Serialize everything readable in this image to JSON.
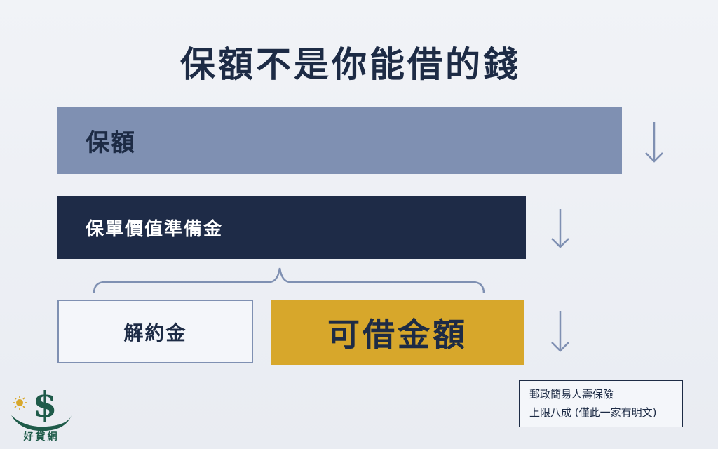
{
  "title": "保額不是你能借的錢",
  "bars": {
    "coverage": "保額",
    "reserve": "保單價值準備金",
    "surrender": "解約金",
    "loanable": "可借金額"
  },
  "note": {
    "line1": "郵政簡易人壽保險",
    "line2": "上限八成 (僅此一家有明文)"
  },
  "logo": {
    "text": "好貸網",
    "icon": "dollar-sun-logo",
    "colors": {
      "green": "#1f5b4a",
      "gold": "#d7a72b"
    }
  },
  "colors": {
    "navy": "#1e2b47",
    "slate": "#7f90b2",
    "gold": "#d7a72b",
    "arrow": "#7f90b2"
  }
}
